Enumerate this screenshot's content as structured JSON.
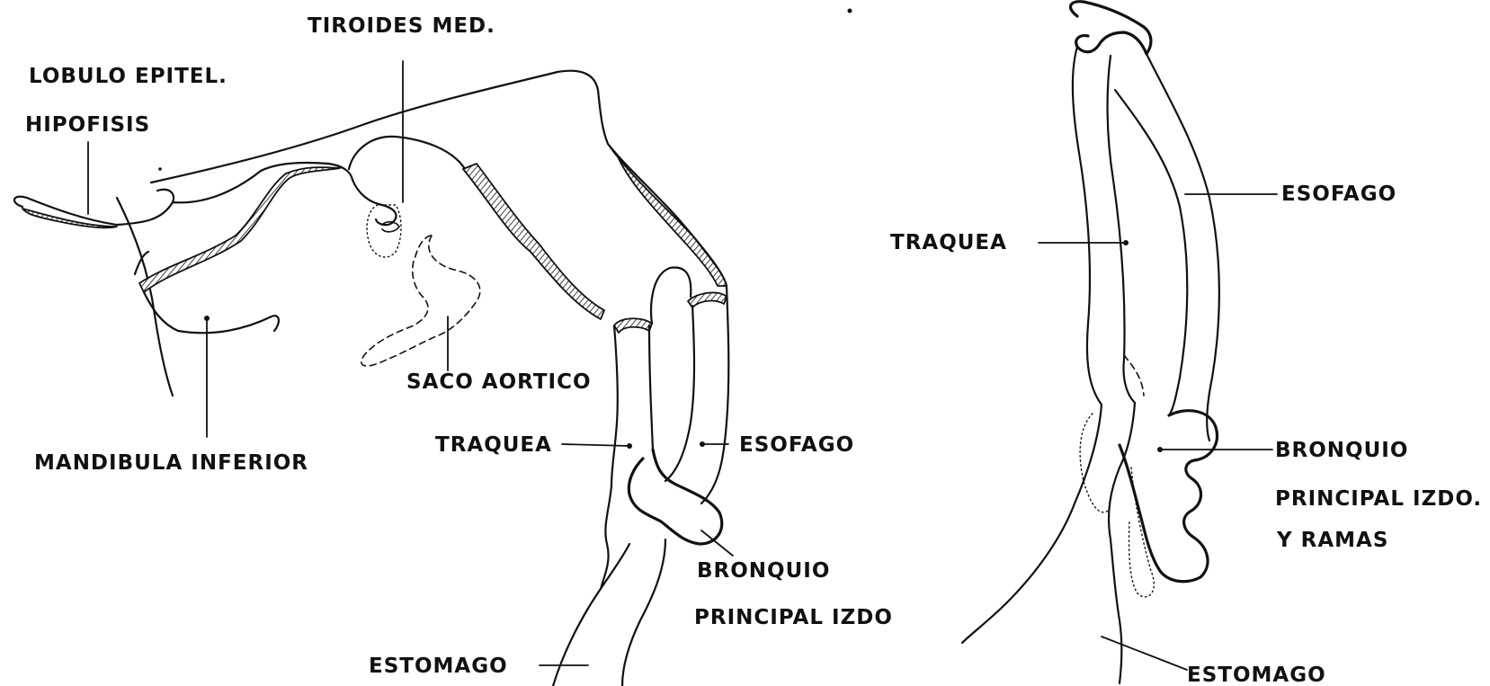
{
  "colors": {
    "ink": "#111111",
    "paper": "#ffffff"
  },
  "labels": {
    "tiroides_med": "TIROIDES MED.",
    "lobulo_epitel": "LOBULO EPITEL.",
    "hipofisis": "HIPOFISIS",
    "mandibula_inferior": "MANDIBULA INFERIOR",
    "saco_aortico": "SACO AORTICO",
    "traquea_left": "TRAQUEA",
    "esofago_left": "ESOFAGO",
    "bronquio_left_1": "BRONQUIO",
    "bronquio_left_2": "PRINCIPAL IZDO",
    "estomago_left": "ESTOMAGO",
    "esofago_right": "ESOFAGO",
    "traquea_right": "TRAQUEA",
    "bronquio_right_1": "BRONQUIO",
    "bronquio_right_2": "PRINCIPAL IZDO.",
    "bronquio_right_3": "Y RAMAS",
    "estomago_right": "ESTOMAGO"
  }
}
